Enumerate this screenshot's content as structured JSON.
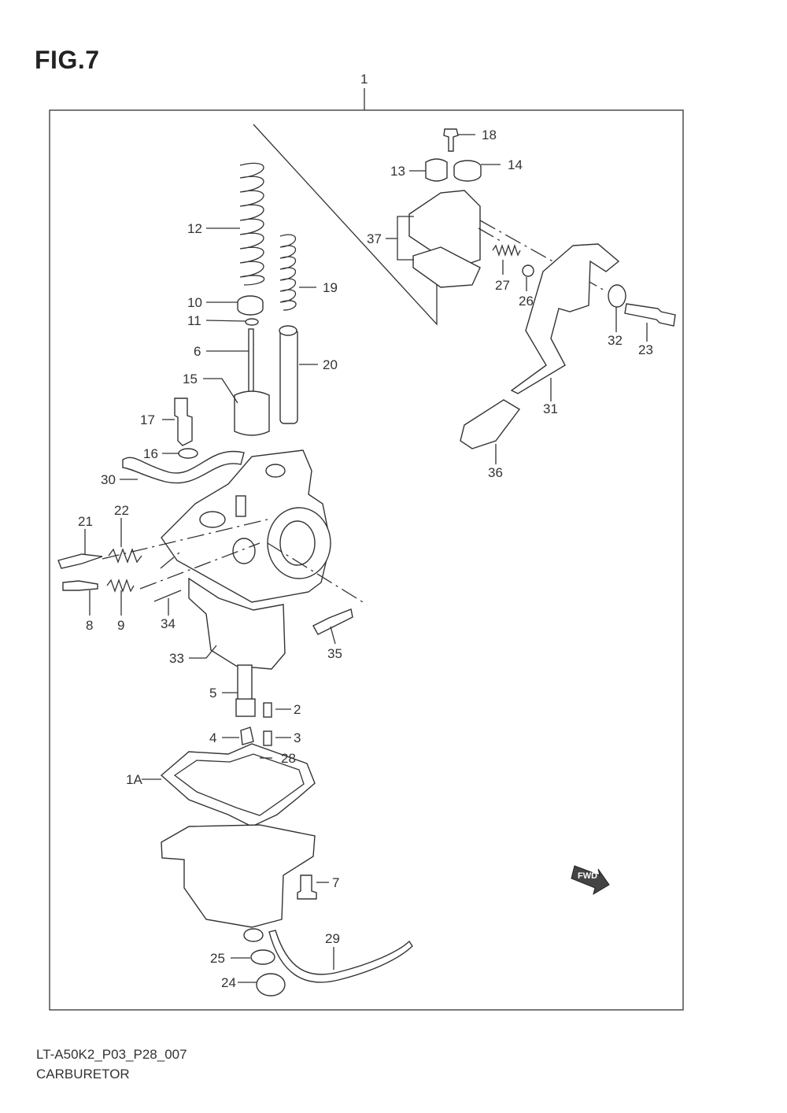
{
  "figure": {
    "title": "FIG.7"
  },
  "caption": {
    "model_code": "LT-A50K2_P03_P28_007",
    "name": "CARBURETOR"
  },
  "fwd_badge": "FWD",
  "callouts": [
    "1",
    "1A",
    "2",
    "3",
    "4",
    "5",
    "6",
    "7",
    "8",
    "9",
    "10",
    "11",
    "12",
    "13",
    "14",
    "15",
    "16",
    "17",
    "18",
    "19",
    "20",
    "21",
    "22",
    "23",
    "24",
    "25",
    "26",
    "27",
    "28",
    "29",
    "30",
    "31",
    "32",
    "33",
    "34",
    "35",
    "36",
    "37"
  ]
}
